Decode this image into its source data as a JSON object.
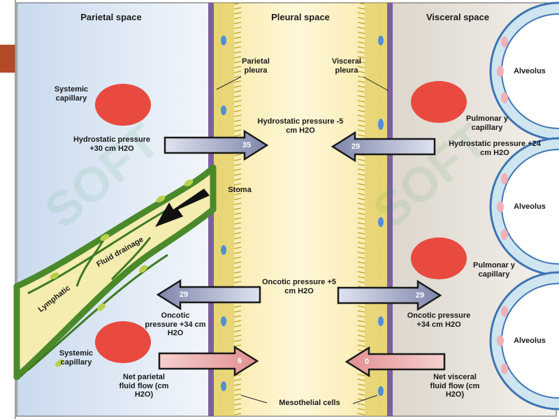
{
  "headers": {
    "parietal_space": "Parietal space",
    "pleural_space": "Pleural space",
    "visceral_space": "Visceral space"
  },
  "left": {
    "systemic_capillary_top": "Systemic capillary",
    "hydrostatic": "Hydrostatic pressure +30 cm H2O",
    "oncotic": "Oncotic pressure +34 cm H2O",
    "systemic_capillary_bottom": "Systemic capillary",
    "net_flow": "Net parietal fluid flow (cm H2O)",
    "lymphatic": "Lymphatic",
    "fluid_drainage": "Fluid drainage"
  },
  "center": {
    "parietal_pleura": "Parietal pleura",
    "visceral_pleura": "Visceral pleura",
    "hydrostatic": "Hydrostatic pressure -5 cm H2O",
    "stoma": "Stoma",
    "oncotic": "Oncotic pressure +5 cm H2O",
    "mesothelial_cells": "Mesothelial cells"
  },
  "right": {
    "pulmonary_capillary_top": "Pulmonar y capillary",
    "hydrostatic": "Hydrostatic pressure +24 cm H2O",
    "pulmonary_capillary_bottom": "Pulmonar y capillary",
    "oncotic": "Oncotic pressure +34 cm H2O",
    "net_flow": "Net visceral fluid flow (cm H2O)",
    "alveolus_1": "Alveolus",
    "alveolus_2": "Alveolus",
    "alveolus_3": "Alveolus"
  },
  "arrows": {
    "hydro_left_value": "35",
    "hydro_right_value": "29",
    "oncotic_left_value": "29",
    "oncotic_right_value": "29",
    "net_left_value": "6",
    "net_right_value": "0"
  },
  "colors": {
    "parietal_bg": "#dfe9f4",
    "pleural_bg": "#fdf3c4",
    "visceral_bg": "#ece8e2",
    "membrane": "#7b5fa3",
    "capillary": "#e84a3f",
    "lymphatic_fill": "#f5ecb0",
    "lymphatic_edge": "#4a8a2a",
    "alveolus_ring": "#3f74b3",
    "pressure_arrow": "#8a93b8",
    "net_arrow": "#e9a6a6"
  }
}
